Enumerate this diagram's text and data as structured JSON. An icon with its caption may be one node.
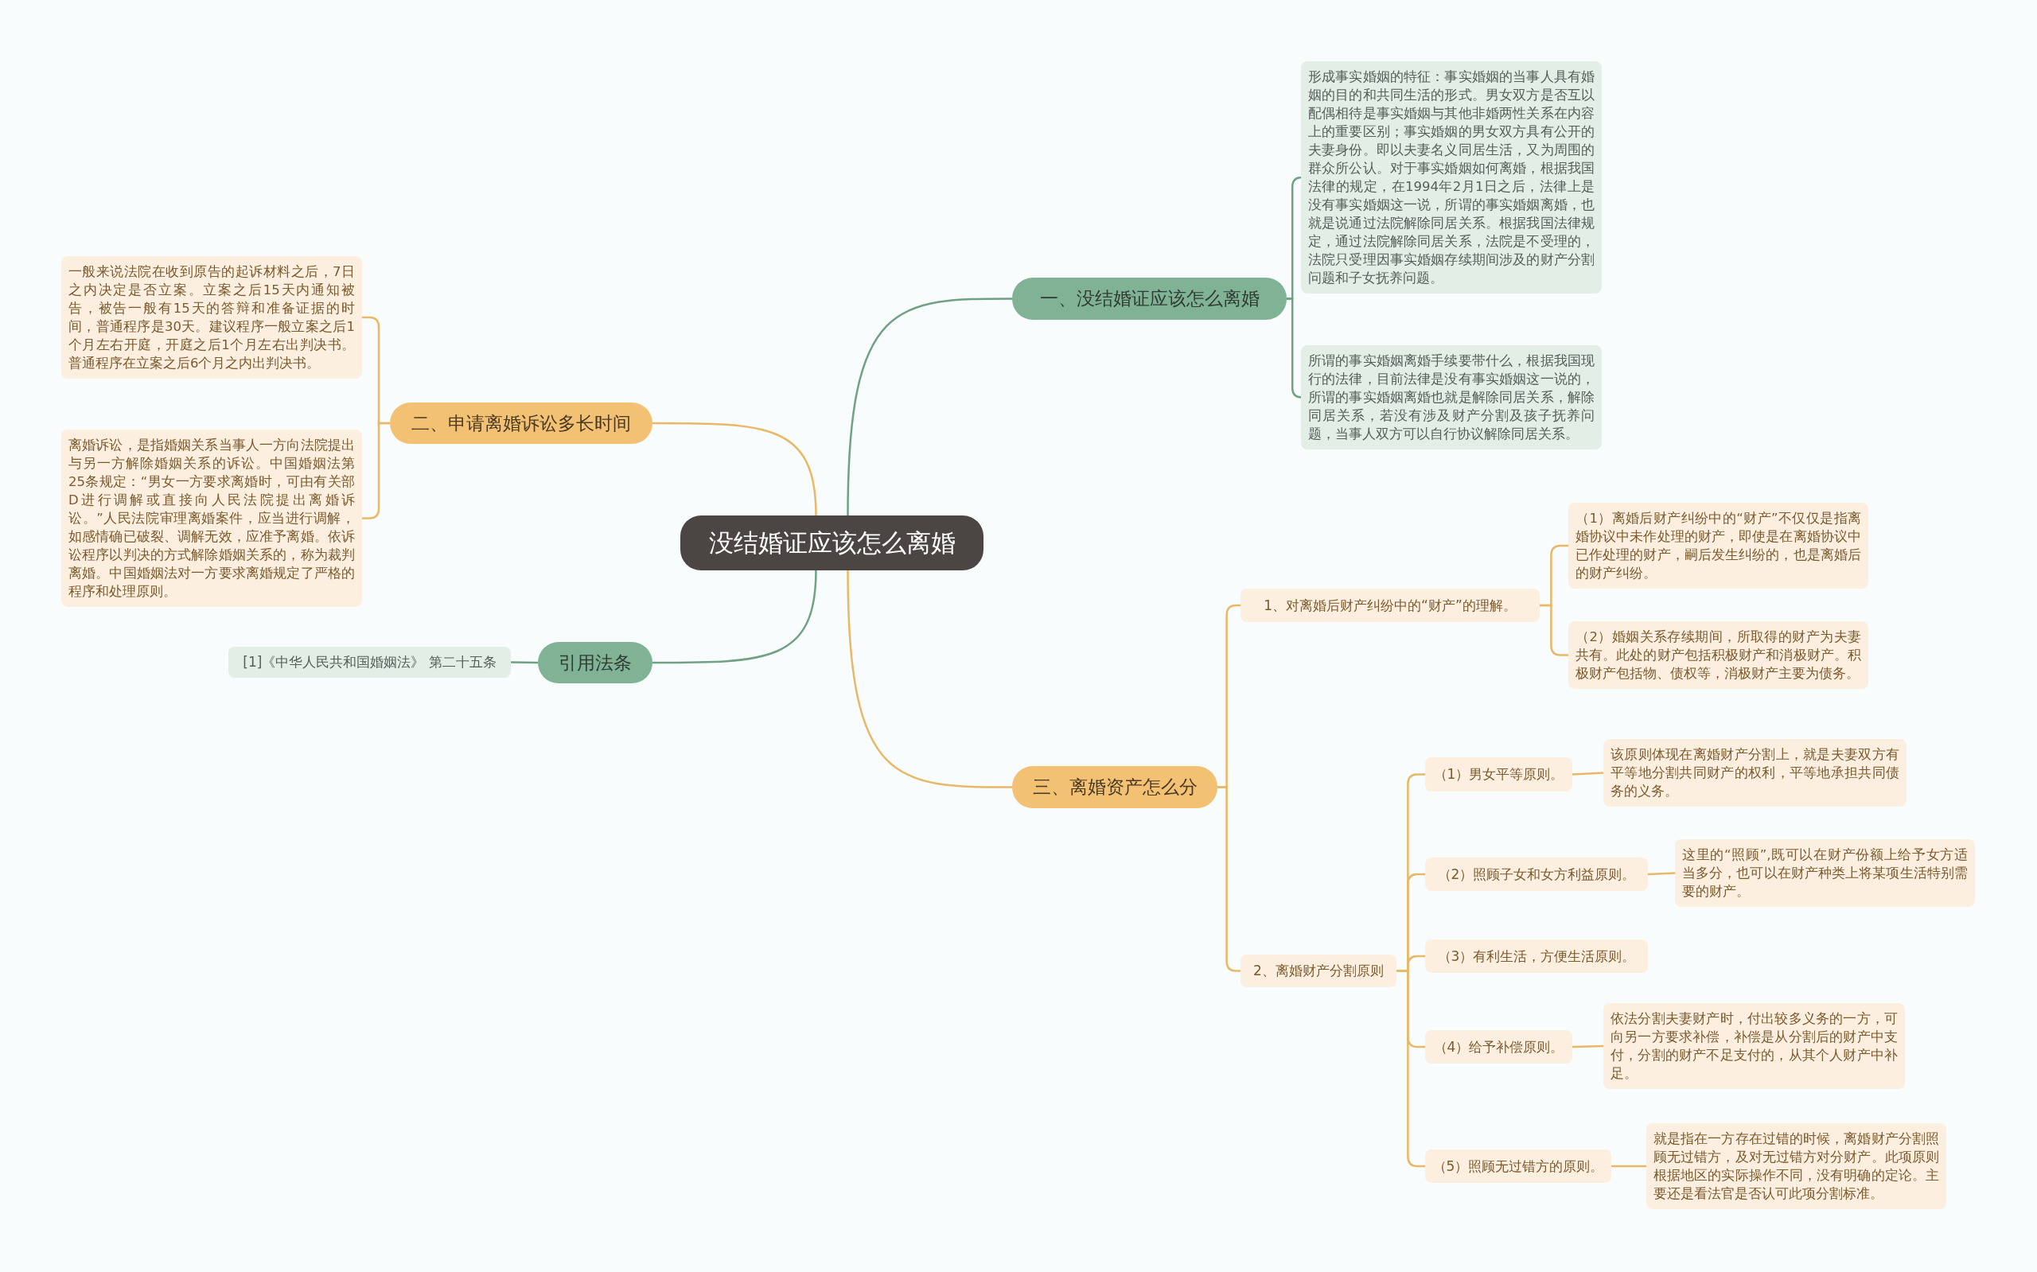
{
  "diagram": {
    "nodes": [
      {
        "text": [
          "没结婚证应该怎么离婚"
        ]
      },
      {
        "text": [
          "一、没结婚证应该怎么离婚"
        ]
      },
      {
        "text": [
          "形成事实婚姻的特征：事实婚姻的当事人具有婚姻的目的和共同生活的形式。男女双方是否互以配偶相待是事实婚姻与其他非婚两性关系在内容上的重要区别；事实婚姻的男女双方具有公开的夫妻身份。即以夫妻名义同居生活，又为周围的群众所公认。对于事实婚姻如何离婚，根据我国法律的规定，在1994年2月1日之后，法律上是没有事实婚姻这一说，所谓的事实婚姻离婚，也就是说通过法院解除同居关系。根据我国法律规定，通过法院解除同居关系，法院是不受理的，法院只受理因事实婚姻存续期间涉及的财产分割问题和子女抚养问题。"
        ]
      },
      {
        "text": [
          "所谓的事实婚姻离婚手续要带什么，根据我国现行的法律，目前法律是没有事实婚姻这一说的，所谓的事实婚姻离婚也就是解除同居关系，解除同居关系，若没有涉及财产分割及孩子抚养问题，当事人双方可以自行协议解除同居关系。"
        ]
      },
      {
        "text": [
          "二、申请离婚诉讼多长时间"
        ]
      },
      {
        "text": [
          "一般来说法院在收到原告的起诉材料之后，7日之内决定是否立案。立案之后15天内通知被告，被告一般有15天的答辩和准备证据的时间，普通程序是30天。建议程序一般立案之后1个月左右开庭，开庭之后1个月左右出判决书。普通程序在立案之后6个月之内出判决书。"
        ]
      },
      {
        "text": [
          "离婚诉讼，是指婚姻关系当事人一方向法院提出与另一方解除婚姻关系的诉讼。中国婚姻法第25条规定：“男女一方要求离婚时，可由有关部D进行调解或直接向人民法院提出离婚诉讼。”人民法院审理离婚案件，应当进行调解，如感情确已破裂、调解无效，应准予离婚。依诉讼程序以判决的方式解除婚姻关系的，称为裁判离婚。中国婚姻法对一方要求离婚规定了严格的程序和处理原则。"
        ]
      },
      {
        "text": [
          "引用法条"
        ]
      },
      {
        "text": [
          "[1]《中华人民共和国婚姻法》 第二十五条"
        ]
      },
      {
        "text": [
          "三、离婚资产怎么分"
        ]
      },
      {
        "text": [
          "1、对离婚后财产纠纷中的“财产”的理解。"
        ]
      },
      {
        "text": [
          "（1）离婚后财产纠纷中的“财产”不仅仅是指离婚协议中未作处理的财产，即使是在离婚协议中已作处理的财产，嗣后发生纠纷的，也是离婚后的财产纠纷。"
        ]
      },
      {
        "text": [
          "（2）婚姻关系存续期间，所取得的财产为夫妻共有。此处的财产包括积极财产和消极财产。积极财产包括物、债权等，消极财产主要为债务。"
        ]
      },
      {
        "text": [
          "2、离婚财产分割原则"
        ]
      },
      {
        "text": [
          "（1）男女平等原则。"
        ]
      },
      {
        "text": [
          "该原则体现在离婚财产分割上，就是夫妻双方有平等地分割共同财产的权利，平等地承担共同债务的义务。"
        ]
      },
      {
        "text": [
          "（2）照顾子女和女方利益原则。"
        ]
      },
      {
        "text": [
          "这里的“照顾”,既可以在财产份额上给予女方适当多分，也可以在财产种类上将某项生活特别需要的财产。"
        ]
      },
      {
        "text": [
          "（3）有利生活，方便生活原则。"
        ]
      },
      {
        "text": [
          "（4）给予补偿原则。"
        ]
      },
      {
        "text": [
          "依法分割夫妻财产时，付出较多义务的一方，可向另一方要求补偿，补偿是从分割后的财产中支付，分割的财产不足支付的，从其个人财产中补足。"
        ]
      },
      {
        "text": [
          "（5）照顾无过错方的原则。"
        ]
      },
      {
        "text": [
          "就是指在一方存在过错的时候，离婚财产分割照顾无过错方，及对无过错方对分财产。此项原则根据地区的实际操作不同，没有明确的定论。主要还是看法官是否认可此项分割标准。"
        ]
      }
    ],
    "edges": [
      {
        "from": 0,
        "to": 1,
        "arrow": "none",
        "color": "#6fa283"
      },
      {
        "from": 1,
        "to": 2,
        "arrow": "none",
        "color": "#6fa283"
      },
      {
        "from": 1,
        "to": 3,
        "arrow": "none",
        "color": "#6fa283"
      },
      {
        "from": 0,
        "to": 4,
        "arrow": "none"
      },
      {
        "from": 4,
        "to": 5,
        "arrow": "none"
      },
      {
        "from": 4,
        "to": 6,
        "arrow": "none"
      },
      {
        "from": 0,
        "to": 7,
        "arrow": "none",
        "color": "#6fa283"
      },
      {
        "from": 7,
        "to": 8,
        "arrow": "none",
        "color": "#6fa283"
      },
      {
        "from": 0,
        "to": 9,
        "arrow": "none"
      },
      {
        "from": 9,
        "to": 10,
        "arrow": "none"
      },
      {
        "from": 10,
        "to": 11,
        "arrow": "none"
      },
      {
        "from": 10,
        "to": 12,
        "arrow": "none"
      },
      {
        "from": 9,
        "to": 13,
        "arrow": "none"
      },
      {
        "from": 13,
        "to": 14,
        "arrow": "none"
      },
      {
        "from": 13,
        "to": 16,
        "arrow": "none"
      },
      {
        "from": 13,
        "to": 18,
        "arrow": "none"
      },
      {
        "from": 13,
        "to": 19,
        "arrow": "none"
      },
      {
        "from": 13,
        "to": 21,
        "arrow": "none"
      },
      {
        "from": 14,
        "to": 15,
        "arrow": "none"
      },
      {
        "from": 16,
        "to": 17,
        "arrow": "none"
      },
      {
        "from": 19,
        "to": 20,
        "arrow": "none"
      },
      {
        "from": 21,
        "to": 22,
        "arrow": "none"
      }
    ]
  }
}
